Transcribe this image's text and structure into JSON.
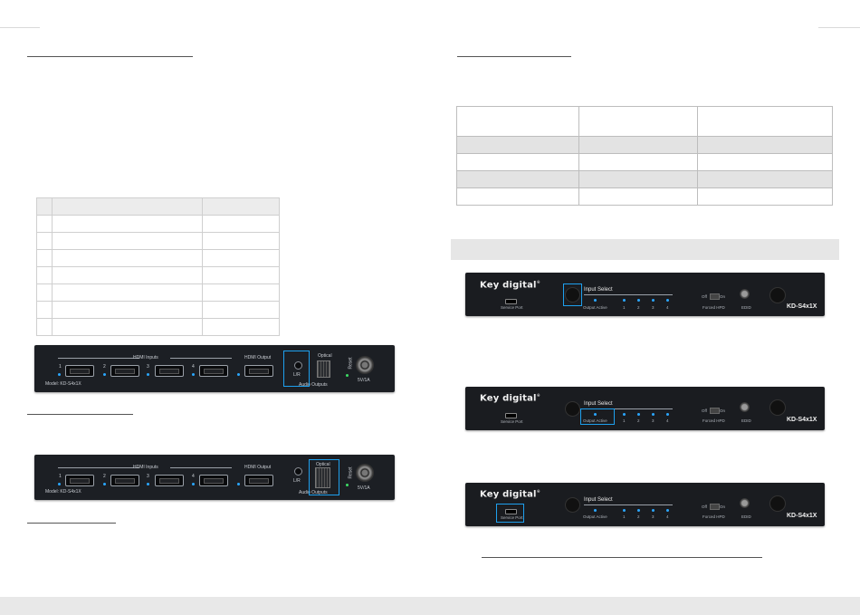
{
  "rear_panel": {
    "hdmi_inputs_label": "HDMI Inputs",
    "hdmi_output_label": "HDMI Output",
    "input_numbers": [
      "1",
      "2",
      "3",
      "4"
    ],
    "lr_label": "L/R",
    "optical_label": "Optical",
    "audio_outputs_label": "Audio Outputs",
    "reset_label": "Reset",
    "power_label": "5V/1A",
    "model_label": "Model: KD-S4x1X"
  },
  "front_panel": {
    "logo": "Key digital",
    "logo_mark": "®",
    "input_select_label": "Input Select",
    "output_active_label": "Output Active",
    "numbers": [
      "1",
      "2",
      "3",
      "4"
    ],
    "service_port_label": "Service Port",
    "forced_hpd_label": "Forced HPD",
    "off_label": "Off",
    "on_label": "On",
    "edid_label": "EDID",
    "model": "KD-S4x1X"
  },
  "colors": {
    "highlight": "#1ea0ee",
    "device_body": "#1c1f24",
    "led": "#2aa7ff"
  }
}
